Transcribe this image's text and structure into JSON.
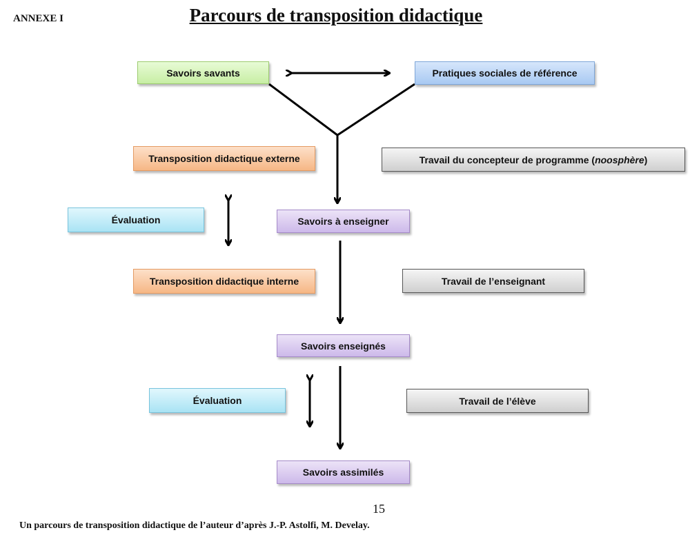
{
  "header": {
    "annexe": "ANNEXE I",
    "title": "Parcours de transposition didactique"
  },
  "nodes": {
    "savoirs_savants": "Savoirs savants",
    "pratiques_sociales": "Pratiques sociales de référence",
    "transposition_externe": "Transposition didactique externe",
    "travail_concepteur_prefix": "Travail du concepteur de programme (",
    "travail_concepteur_em": "noosphère",
    "travail_concepteur_suffix": ")",
    "evaluation_1": "Évaluation",
    "savoirs_a_enseigner": "Savoirs à enseigner",
    "transposition_interne": "Transposition didactique interne",
    "travail_enseignant": "Travail de l’enseignant",
    "savoirs_enseignes": "Savoirs enseignés",
    "evaluation_2": "Évaluation",
    "travail_eleve": "Travail de l’élève",
    "savoirs_assimiles": "Savoirs assimilés"
  },
  "footer": {
    "page_number": "15",
    "caption": "Un parcours de transposition didactique de l’auteur d’après J.-P. Astolfi, M. Develay."
  }
}
